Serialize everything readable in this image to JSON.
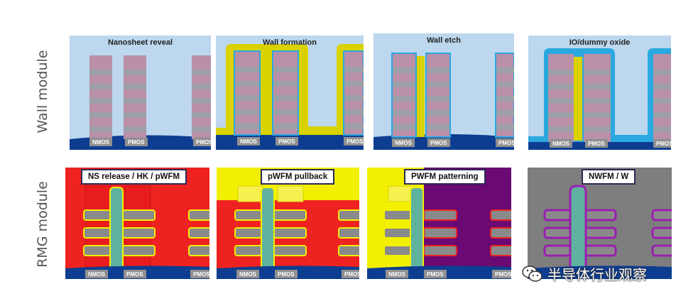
{
  "row_labels": {
    "wall": "Wall module",
    "rmg": "RMG module"
  },
  "panels": [
    {
      "title": "Nanosheet reveal"
    },
    {
      "title": "Wall formation"
    },
    {
      "title": "Wall etch"
    },
    {
      "title": "IO/dummy oxide"
    },
    {
      "title": "NS release / HK / pWFM"
    },
    {
      "title": "pWFM pullback"
    },
    {
      "title": "PWFM patterning"
    },
    {
      "title": "NWFM / W"
    }
  ],
  "device_labels": {
    "nmos": "NMOS",
    "pmos": "PMOS"
  },
  "watermark": {
    "text": "半导体行业观察",
    "icon": "wechat-icon"
  },
  "colors": {
    "sky": "#bcd7ee",
    "substrate": "#0d3d91",
    "stack_pink": "#b990a8",
    "stack_gray": "#9ea0a8",
    "wall_yellow": "#d9d200",
    "oxide_blue": "#2aa8e0",
    "metal_red": "#ef2222",
    "gate_yellow": "#f2f000",
    "purple": "#6a0a72",
    "tungsten": "#7e7e7e",
    "channel_gray": "#8a8a8a",
    "channel_teal": "#5fb2a0"
  }
}
